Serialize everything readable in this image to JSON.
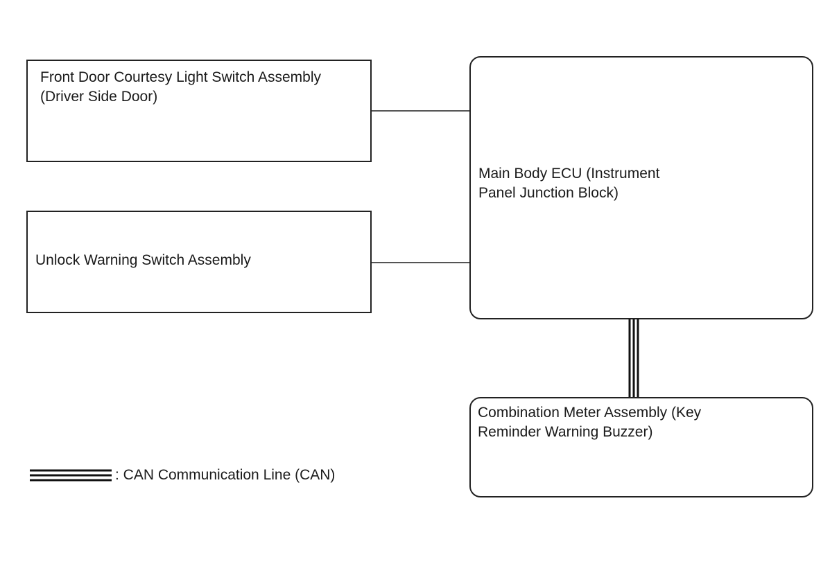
{
  "nodes": {
    "front_door": {
      "line1": "Front Door Courtesy Light Switch Assembly",
      "line2": "(Driver Side Door)"
    },
    "unlock_warning": {
      "line1": "Unlock Warning Switch Assembly"
    },
    "main_body_ecu": {
      "line1": "Main Body ECU (Instrument",
      "line2": "Panel Junction Block)"
    },
    "combination_meter": {
      "line1": "Combination Meter Assembly (Key",
      "line2": "Reminder Warning Buzzer)"
    }
  },
  "legend": {
    "can_line_label": ": CAN Communication Line (CAN)"
  }
}
